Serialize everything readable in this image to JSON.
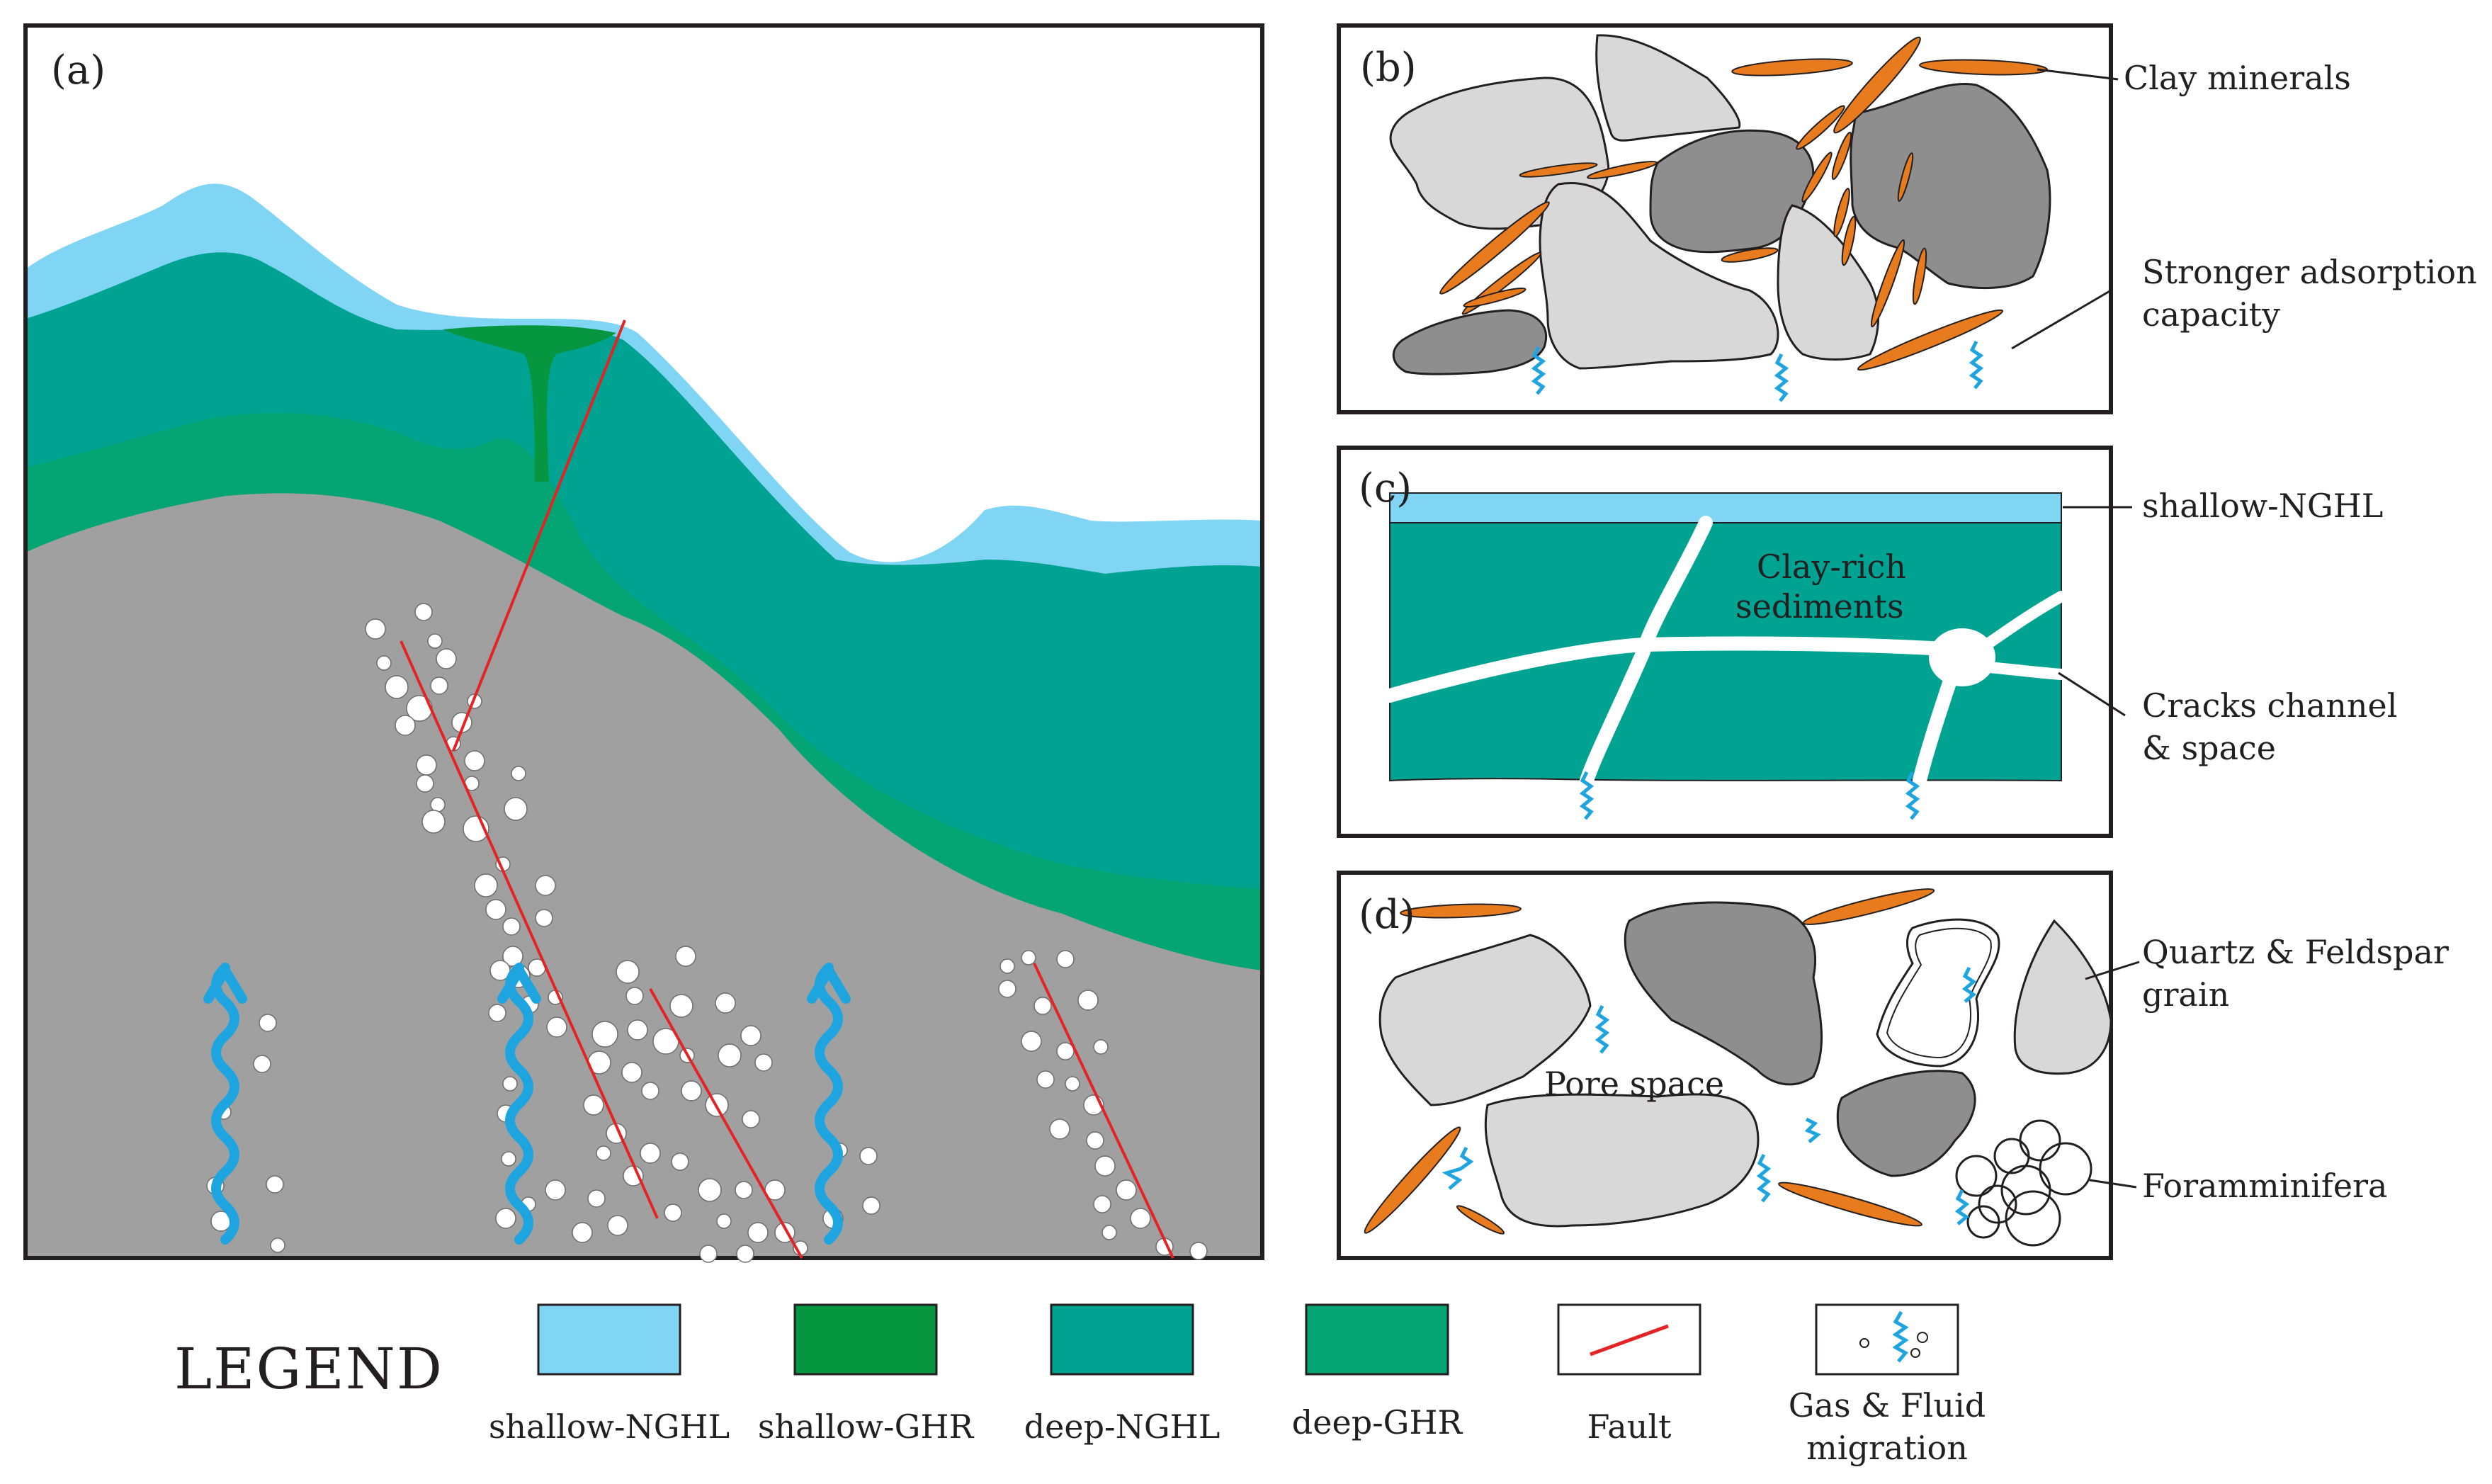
{
  "panels": {
    "a": {
      "label": "(a)"
    },
    "b": {
      "label": "(b)",
      "annotations": [
        "Clay minerals",
        "Stronger adsorption",
        "capacity"
      ]
    },
    "c": {
      "label": "(c)",
      "annotations": [
        "shallow-NGHL",
        "Clay-rich",
        "sediments",
        "Cracks channel",
        "& space"
      ]
    },
    "d": {
      "label": "(d)",
      "annotations": [
        "Quartz & Feldspar",
        "grain",
        "Pore space",
        "Foramminifera"
      ]
    }
  },
  "legend": {
    "title": "LEGEND",
    "items": [
      {
        "label": "shallow-NGHL",
        "color": "#80d4f4"
      },
      {
        "label": "shallow-GHR",
        "color": "#06963f"
      },
      {
        "label": "deep-NGHL",
        "color": "#00a391"
      },
      {
        "label": "deep-GHR",
        "color": "#05a473"
      },
      {
        "label": "Fault",
        "color": "#e42424"
      },
      {
        "label": "Gas & Fluid",
        "label2": "migration",
        "color": "#1ea5e0"
      }
    ]
  },
  "colors": {
    "sediment_gray": "#a0a0a0",
    "clay_orange": "#e87b1e",
    "grain_light": "#d8d8d8",
    "grain_dark": "#8e8e8e"
  }
}
